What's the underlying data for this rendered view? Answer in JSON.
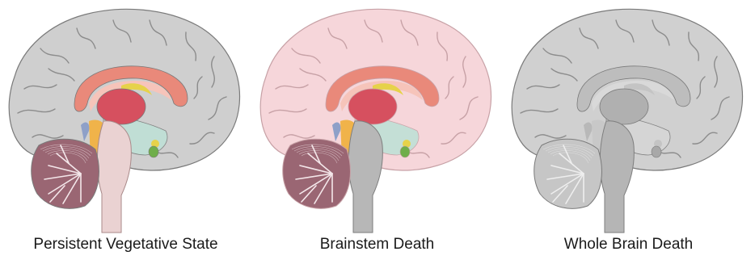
{
  "panels": [
    {
      "caption": "Persistent Vegetative State",
      "colors": {
        "cortex": "#cfcfcf",
        "cortex_stroke": "#7a7a7a",
        "sulcus": "#8c8c8c",
        "corpus": "#e9897a",
        "thalamus": "#d6505f",
        "fornix": "#f6c4ba",
        "yellow": "#e6d24a",
        "hypothalamus": "#bfe0d6",
        "pituitary": "#6fae4a",
        "midbrain": "#f0b34a",
        "brainstem": "#ead2d2",
        "brainstem_stroke": "#a98a8a",
        "cerebellum": "#9a6673",
        "cerebellum_line": "#f4e7ea",
        "blue": "#8ea0c8"
      }
    },
    {
      "caption": "Brainstem Death",
      "colors": {
        "cortex": "#f6d6da",
        "cortex_stroke": "#c7a1a6",
        "sulcus": "#c7a1a6",
        "corpus": "#e9897a",
        "thalamus": "#d6505f",
        "fornix": "#f6c4ba",
        "yellow": "#e6d24a",
        "hypothalamus": "#bfe0d6",
        "pituitary": "#6fae4a",
        "midbrain": "#f0b34a",
        "brainstem": "#b7b7b7",
        "brainstem_stroke": "#7e7e7e",
        "cerebellum": "#9a6673",
        "cerebellum_line": "#f4e7ea",
        "blue": "#8ea0c8"
      }
    },
    {
      "caption": "Whole Brain Death",
      "colors": {
        "cortex": "#d0d0d0",
        "cortex_stroke": "#7a7a7a",
        "sulcus": "#8c8c8c",
        "corpus": "#bdbdbd",
        "thalamus": "#b0b0b0",
        "fornix": "#d9d9d9",
        "yellow": "#c4c4c4",
        "hypothalamus": "#d6d6d6",
        "pituitary": "#a8a8a8",
        "midbrain": "#c8c8c8",
        "brainstem": "#b5b5b5",
        "brainstem_stroke": "#7e7e7e",
        "cerebellum": "#c6c6c6",
        "cerebellum_line": "#eeeeee",
        "blue": "#b8b8b8"
      }
    }
  ]
}
